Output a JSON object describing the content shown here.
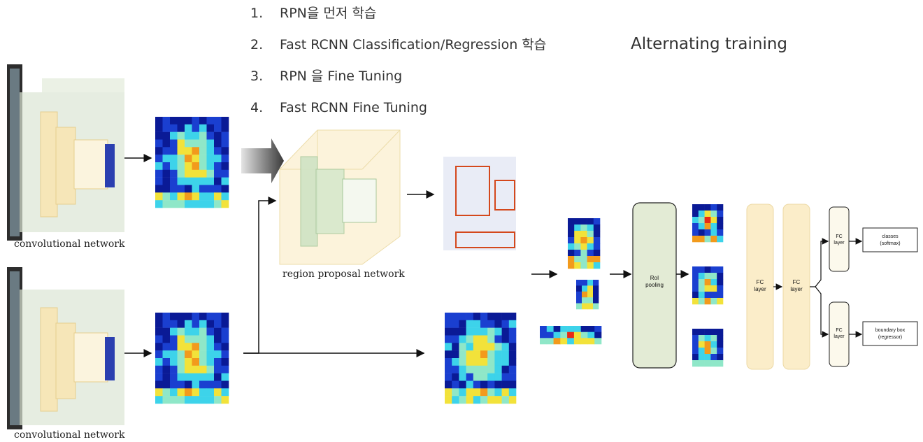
{
  "steps": [
    {
      "num": "1.",
      "text": "RPN을 먼저 학습"
    },
    {
      "num": "2.",
      "text": "Fast RCNN Classification/Regression 학습"
    },
    {
      "num": "3.",
      "text": "RPN 을 Fine Tuning"
    },
    {
      "num": "4.",
      "text": "Fast RCNN Fine Tuning"
    }
  ],
  "alternating_label": "Alternating training",
  "labels": {
    "conv_top": "convolutional network",
    "conv_bottom": "convolutional network",
    "rpn": "region proposal network"
  },
  "nodes": {
    "roi_line1": "RoI",
    "roi_line2": "pooling",
    "fc_line1": "FC",
    "fc_line2": "layer",
    "classes_line1": "classes",
    "classes_line2": "(softmax)",
    "bbox_line1": "boundary box",
    "bbox_line2": "(regressor)"
  },
  "colors": {
    "cnn_block": "#f6e6b8",
    "rpn_block": "#cfe3c4",
    "heat_low": "#0a1a96",
    "heat_mid": "#3dd3ea",
    "heat_high": "#e82a16",
    "proposal_box": "#d4481c",
    "roi_pool": "#e3ebd5",
    "fc_layer": "#fbedc9",
    "fc_small": "#fcf9ec"
  }
}
